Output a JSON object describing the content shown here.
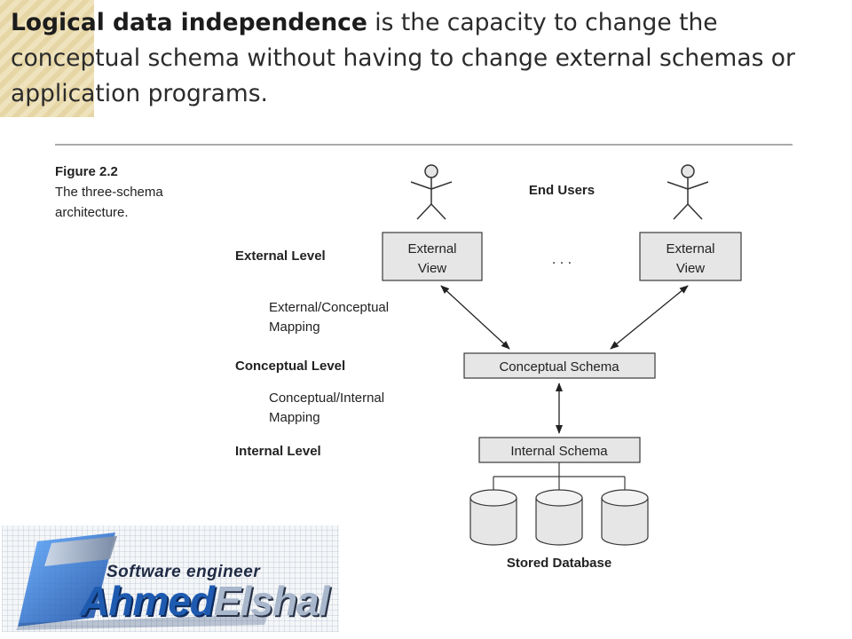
{
  "slide": {
    "heading_bold": "Logical data independence",
    "heading_rest": " is the capacity to change the conceptual schema without having to change external schemas or application programs."
  },
  "figure": {
    "number": "Figure 2.2",
    "caption_line1": "The three-schema",
    "caption_line2": "architecture."
  },
  "diagram": {
    "end_users": "End Users",
    "levels": {
      "external": "External Level",
      "conceptual": "Conceptual Level",
      "internal": "Internal Level"
    },
    "mappings": {
      "ext_conc_line1": "External/Conceptual",
      "ext_conc_line2": "Mapping",
      "conc_int_line1": "Conceptual/Internal",
      "conc_int_line2": "Mapping"
    },
    "external_view_line1": "External",
    "external_view_line2": "View",
    "ellipsis": ". . .",
    "conceptual_schema": "Conceptual Schema",
    "internal_schema": "Internal Schema",
    "stored_database": "Stored Database"
  },
  "logo": {
    "line1": "Software engineer",
    "name_first": "Ahmed",
    "name_last": "Elshal"
  },
  "colors": {
    "box_fill": "#e6e6e6",
    "stroke": "#3a3a3a",
    "logo_blue": "#1e5bb0"
  }
}
